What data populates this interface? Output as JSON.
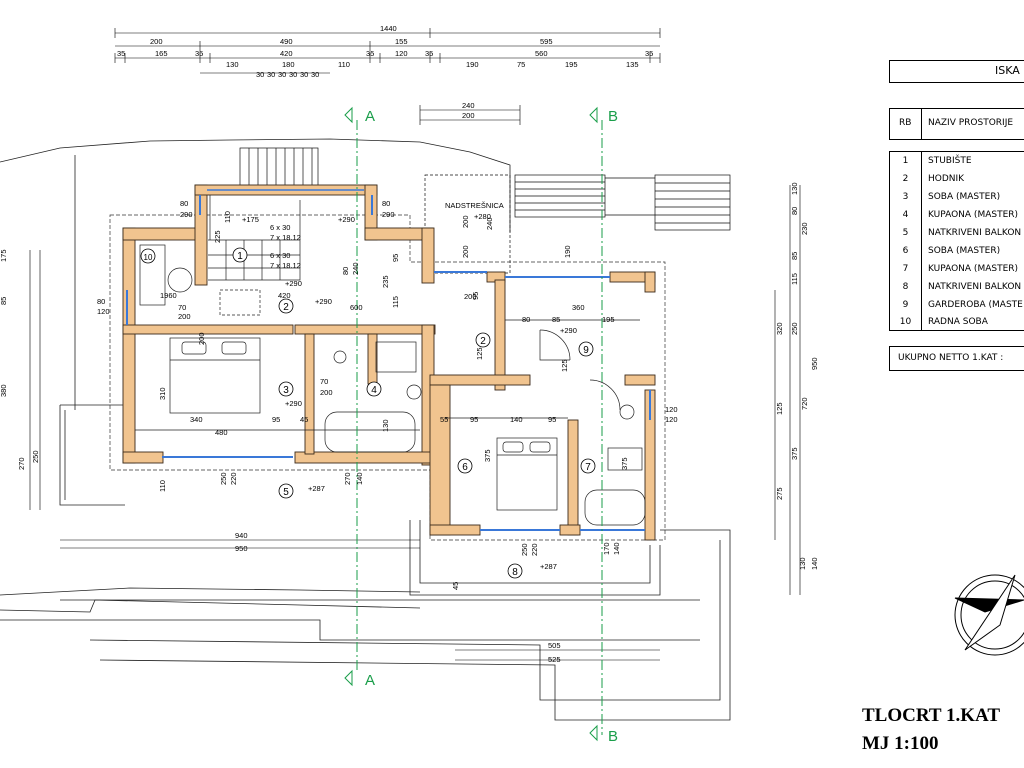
{
  "table": {
    "header_short": "ISKA",
    "col_rb": "RB",
    "col_name": "NAZIV PROSTORIJE",
    "rows": [
      {
        "rb": "1",
        "name": "STUBIŠTE"
      },
      {
        "rb": "2",
        "name": "HODNIK"
      },
      {
        "rb": "3",
        "name": "SOBA (MASTER)"
      },
      {
        "rb": "4",
        "name": "KUPAONA (MASTER)"
      },
      {
        "rb": "5",
        "name": "NATKRIVENI BALKON"
      },
      {
        "rb": "6",
        "name": "SOBA (MASTER)"
      },
      {
        "rb": "7",
        "name": "KUPAONA (MASTER)"
      },
      {
        "rb": "8",
        "name": "NATKRIVENI BALKON"
      },
      {
        "rb": "9",
        "name": "GARDEROBA (MASTE"
      },
      {
        "rb": "10",
        "name": "RADNA SOBA"
      }
    ],
    "total": "UKUPNO NETTO 1.KAT :"
  },
  "title": {
    "line1": "TLOCRT 1.KAT",
    "line2": "MJ 1:100"
  },
  "sections": {
    "a": "A",
    "b": "B"
  },
  "labels": {
    "nadstresnica": "NADSTREŠNICA"
  },
  "room_numbers": [
    "1",
    "2",
    "2",
    "3",
    "4",
    "5",
    "6",
    "7",
    "8",
    "9",
    "10"
  ],
  "dims_top": {
    "total": "1440",
    "row1": [
      "200",
      "490",
      "155",
      "595"
    ],
    "row2": [
      "35",
      "165",
      "35",
      "420",
      "35",
      "120",
      "35",
      "560",
      "35"
    ],
    "row3": [
      "130",
      "180",
      "110",
      "190",
      "75",
      "195",
      "135"
    ],
    "row3b": [
      "30",
      "30",
      "30",
      "30",
      "30",
      "30"
    ],
    "mid": [
      "240",
      "200"
    ]
  },
  "dims_bottom": {
    "row1": [
      "940",
      "950"
    ],
    "row2": [
      "505",
      "525"
    ]
  },
  "dims_right": {
    "v1": [
      "130",
      "80",
      "230",
      "85",
      "115"
    ],
    "v2": [
      "320",
      "250",
      "125",
      "375",
      "275",
      "720",
      "950",
      "130",
      "140"
    ]
  },
  "dims_left": [
    "175",
    "85",
    "380",
    "270",
    "250"
  ],
  "inner_dims": [
    "80",
    "290",
    "80",
    "290",
    "225",
    "110",
    "6 x 30",
    "7 x 18.12",
    "6 x 30",
    "7 x 18.12",
    "+175",
    "+290",
    "420",
    "+290",
    "80",
    "240",
    "235",
    "600",
    "115",
    "95",
    "200",
    "200",
    "95",
    "70",
    "200",
    "80",
    "120",
    "190",
    "360",
    "80",
    "85",
    "195",
    "+290",
    "+280",
    "200",
    "240",
    "310",
    "340",
    "480",
    "+290",
    "95",
    "45",
    "130",
    "55",
    "95",
    "140",
    "95",
    "375",
    "375",
    "110",
    "250",
    "220",
    "+287",
    "270",
    "140",
    "200",
    "70",
    "200",
    "120",
    "120",
    "+290",
    "250",
    "220",
    "170",
    "140",
    "+287",
    "45",
    "125",
    "125",
    "1960"
  ]
}
